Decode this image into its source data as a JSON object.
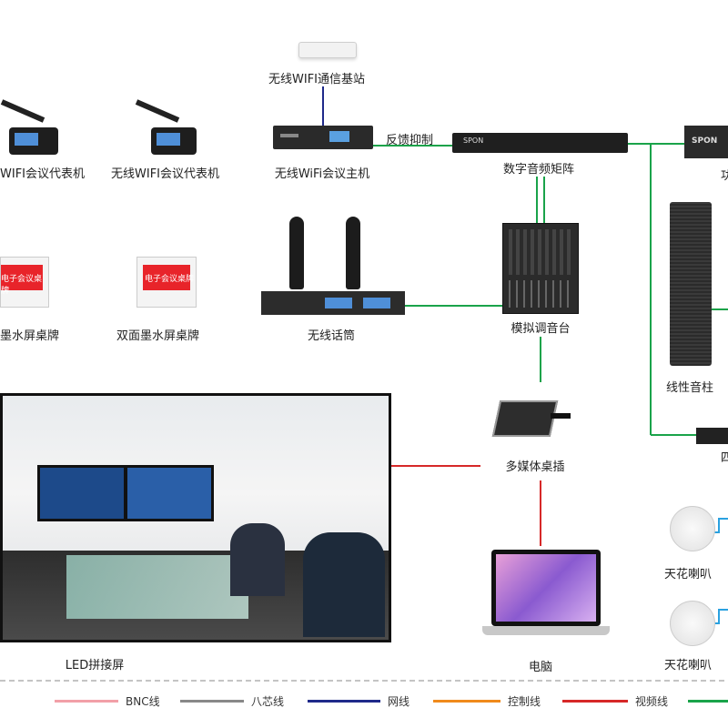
{
  "labels": {
    "wifi_base_station": "无线WIFI通信基站",
    "wifi_host": "无线WiFi会议主机",
    "feedback": "反馈抑制",
    "audio_matrix": "数字音频矩阵",
    "delegate_1": "WIFI会议代表机",
    "delegate_2": "无线WIFI会议代表机",
    "ink_nameplate_1": "墨水屏桌牌",
    "ink_nameplate_2": "双面墨水屏桌牌",
    "nameplate_screen_text": "电子会议桌牌",
    "wireless_mic": "无线话筒",
    "mixer": "模拟调音台",
    "line_array": "线性音柱",
    "multimedia_socket": "多媒体桌插",
    "led_screen": "LED拼接屏",
    "computer": "电脑",
    "ceiling_speaker_1": "天花喇叭",
    "ceiling_speaker_2": "天花喇叭",
    "power_amp_cut": "功",
    "amp2_cut": "四",
    "brand": "SPON"
  },
  "legend": [
    {
      "label": "BNC线",
      "color": "#f2a0a8"
    },
    {
      "label": "八芯线",
      "color": "#888888"
    },
    {
      "label": "网线",
      "color": "#1f2a8a"
    },
    {
      "label": "控制线",
      "color": "#f08a1c"
    },
    {
      "label": "视频线",
      "color": "#d62828"
    }
  ],
  "colors": {
    "audio_line": "#1aa34a",
    "video_line": "#d62828",
    "speaker_line": "#2aa1e0",
    "dashed_divider": "#888888"
  }
}
